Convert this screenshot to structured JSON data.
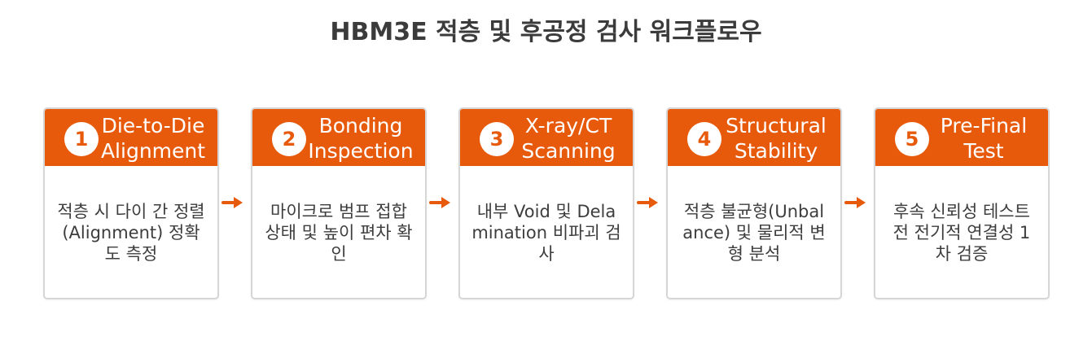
{
  "title": "HBM3E 적층 및 후공정 검사 워크플로우",
  "colors": {
    "accent": "#e75a0c",
    "card_border": "#d6d6d6"
  },
  "steps": [
    {
      "number": "1",
      "heading": "Die-to-Die Alignment",
      "body": "적층 시 다이 간 정렬(Alignment) 정확도 측정"
    },
    {
      "number": "2",
      "heading": "Bonding Inspection",
      "body": "마이크로 범프 접합 상태 및 높이 편차 확인"
    },
    {
      "number": "3",
      "heading": "X-ray/CT Scanning",
      "body": "내부 Void 및 Delamination 비파괴 검사"
    },
    {
      "number": "4",
      "heading": "Structural Stability",
      "body": "적층 불균형(Unbalance) 및 물리적 변형 분석"
    },
    {
      "number": "5",
      "heading": "Pre-Final Test",
      "body": "후속 신뢰성 테스트 전 전기적 연결성 1차 검증"
    }
  ],
  "connector_icon": "arrow-right-icon"
}
